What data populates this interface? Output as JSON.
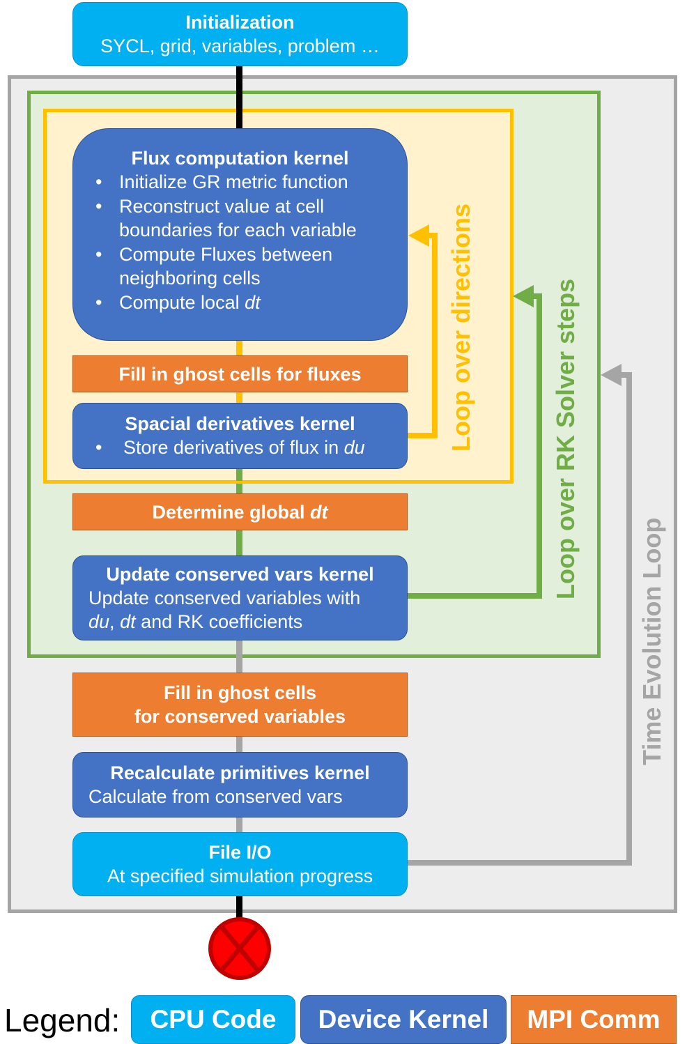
{
  "diagram": {
    "colors": {
      "cpu_code": "#00b0f0",
      "device_kernel": "#4472c4",
      "mpi_comm": "#ed7d31",
      "time_loop": "#a5a5a5",
      "rk_loop": "#70ad47",
      "direction_loop": "#ffc000",
      "end_symbol": "#ff0000"
    },
    "init": {
      "title": "Initialization",
      "subtitle": "SYCL, grid, variables, problem …"
    },
    "flux_kernel": {
      "title": "Flux computation kernel",
      "bullets": [
        "Initialize  GR metric function",
        "Reconstruct  value at cell boundaries for each variable",
        "Compute Fluxes  between neighboring cells",
        "Compute local "
      ],
      "bullets_lines": [
        [
          "Initialize  GR metric function"
        ],
        [
          "Reconstruct  value at cell",
          "boundaries for each variable"
        ],
        [
          "Compute Fluxes  between",
          "neighboring cells"
        ],
        [
          "Compute local "
        ]
      ],
      "last_bullet_italic": "dt"
    },
    "fill_fluxes": {
      "title": "Fill  in ghost cells for fluxes"
    },
    "spatial_kernel": {
      "title": "Spacial derivatives kernel",
      "bullet": "Store derivatives of flux  in ",
      "bullet_italic": "du"
    },
    "global_dt": {
      "title": "Determine global ",
      "title_italic": "dt"
    },
    "update_kernel": {
      "title": "Update conserved vars kernel",
      "line1": "Update conserved variables with",
      "line2_italic_a": "du",
      "line2_sep": ", ",
      "line2_italic_b": "dt",
      "line2_rest": " and RK coefficients"
    },
    "fill_conserved": {
      "line1": "Fill  in ghost cells",
      "line2": "for conserved variables"
    },
    "recalc_kernel": {
      "title": "Recalculate primitives  kernel",
      "subtitle": "Calculate  from conserved vars"
    },
    "file_io": {
      "title": "File I/O",
      "subtitle": "At specified simulation  progress"
    },
    "loops": {
      "directions": "Loop over directions",
      "rk_steps": "Loop over RK Solver steps",
      "time_evolution": "Time Evolution  Loop"
    },
    "end_icon": "stop-x-circle",
    "legend": {
      "label": "Legend:",
      "items": [
        {
          "label": "CPU Code",
          "color": "#00b0f0"
        },
        {
          "label": "Device Kernel",
          "color": "#4472c4"
        },
        {
          "label": "MPI Comm",
          "color": "#ed7d31"
        }
      ]
    }
  }
}
